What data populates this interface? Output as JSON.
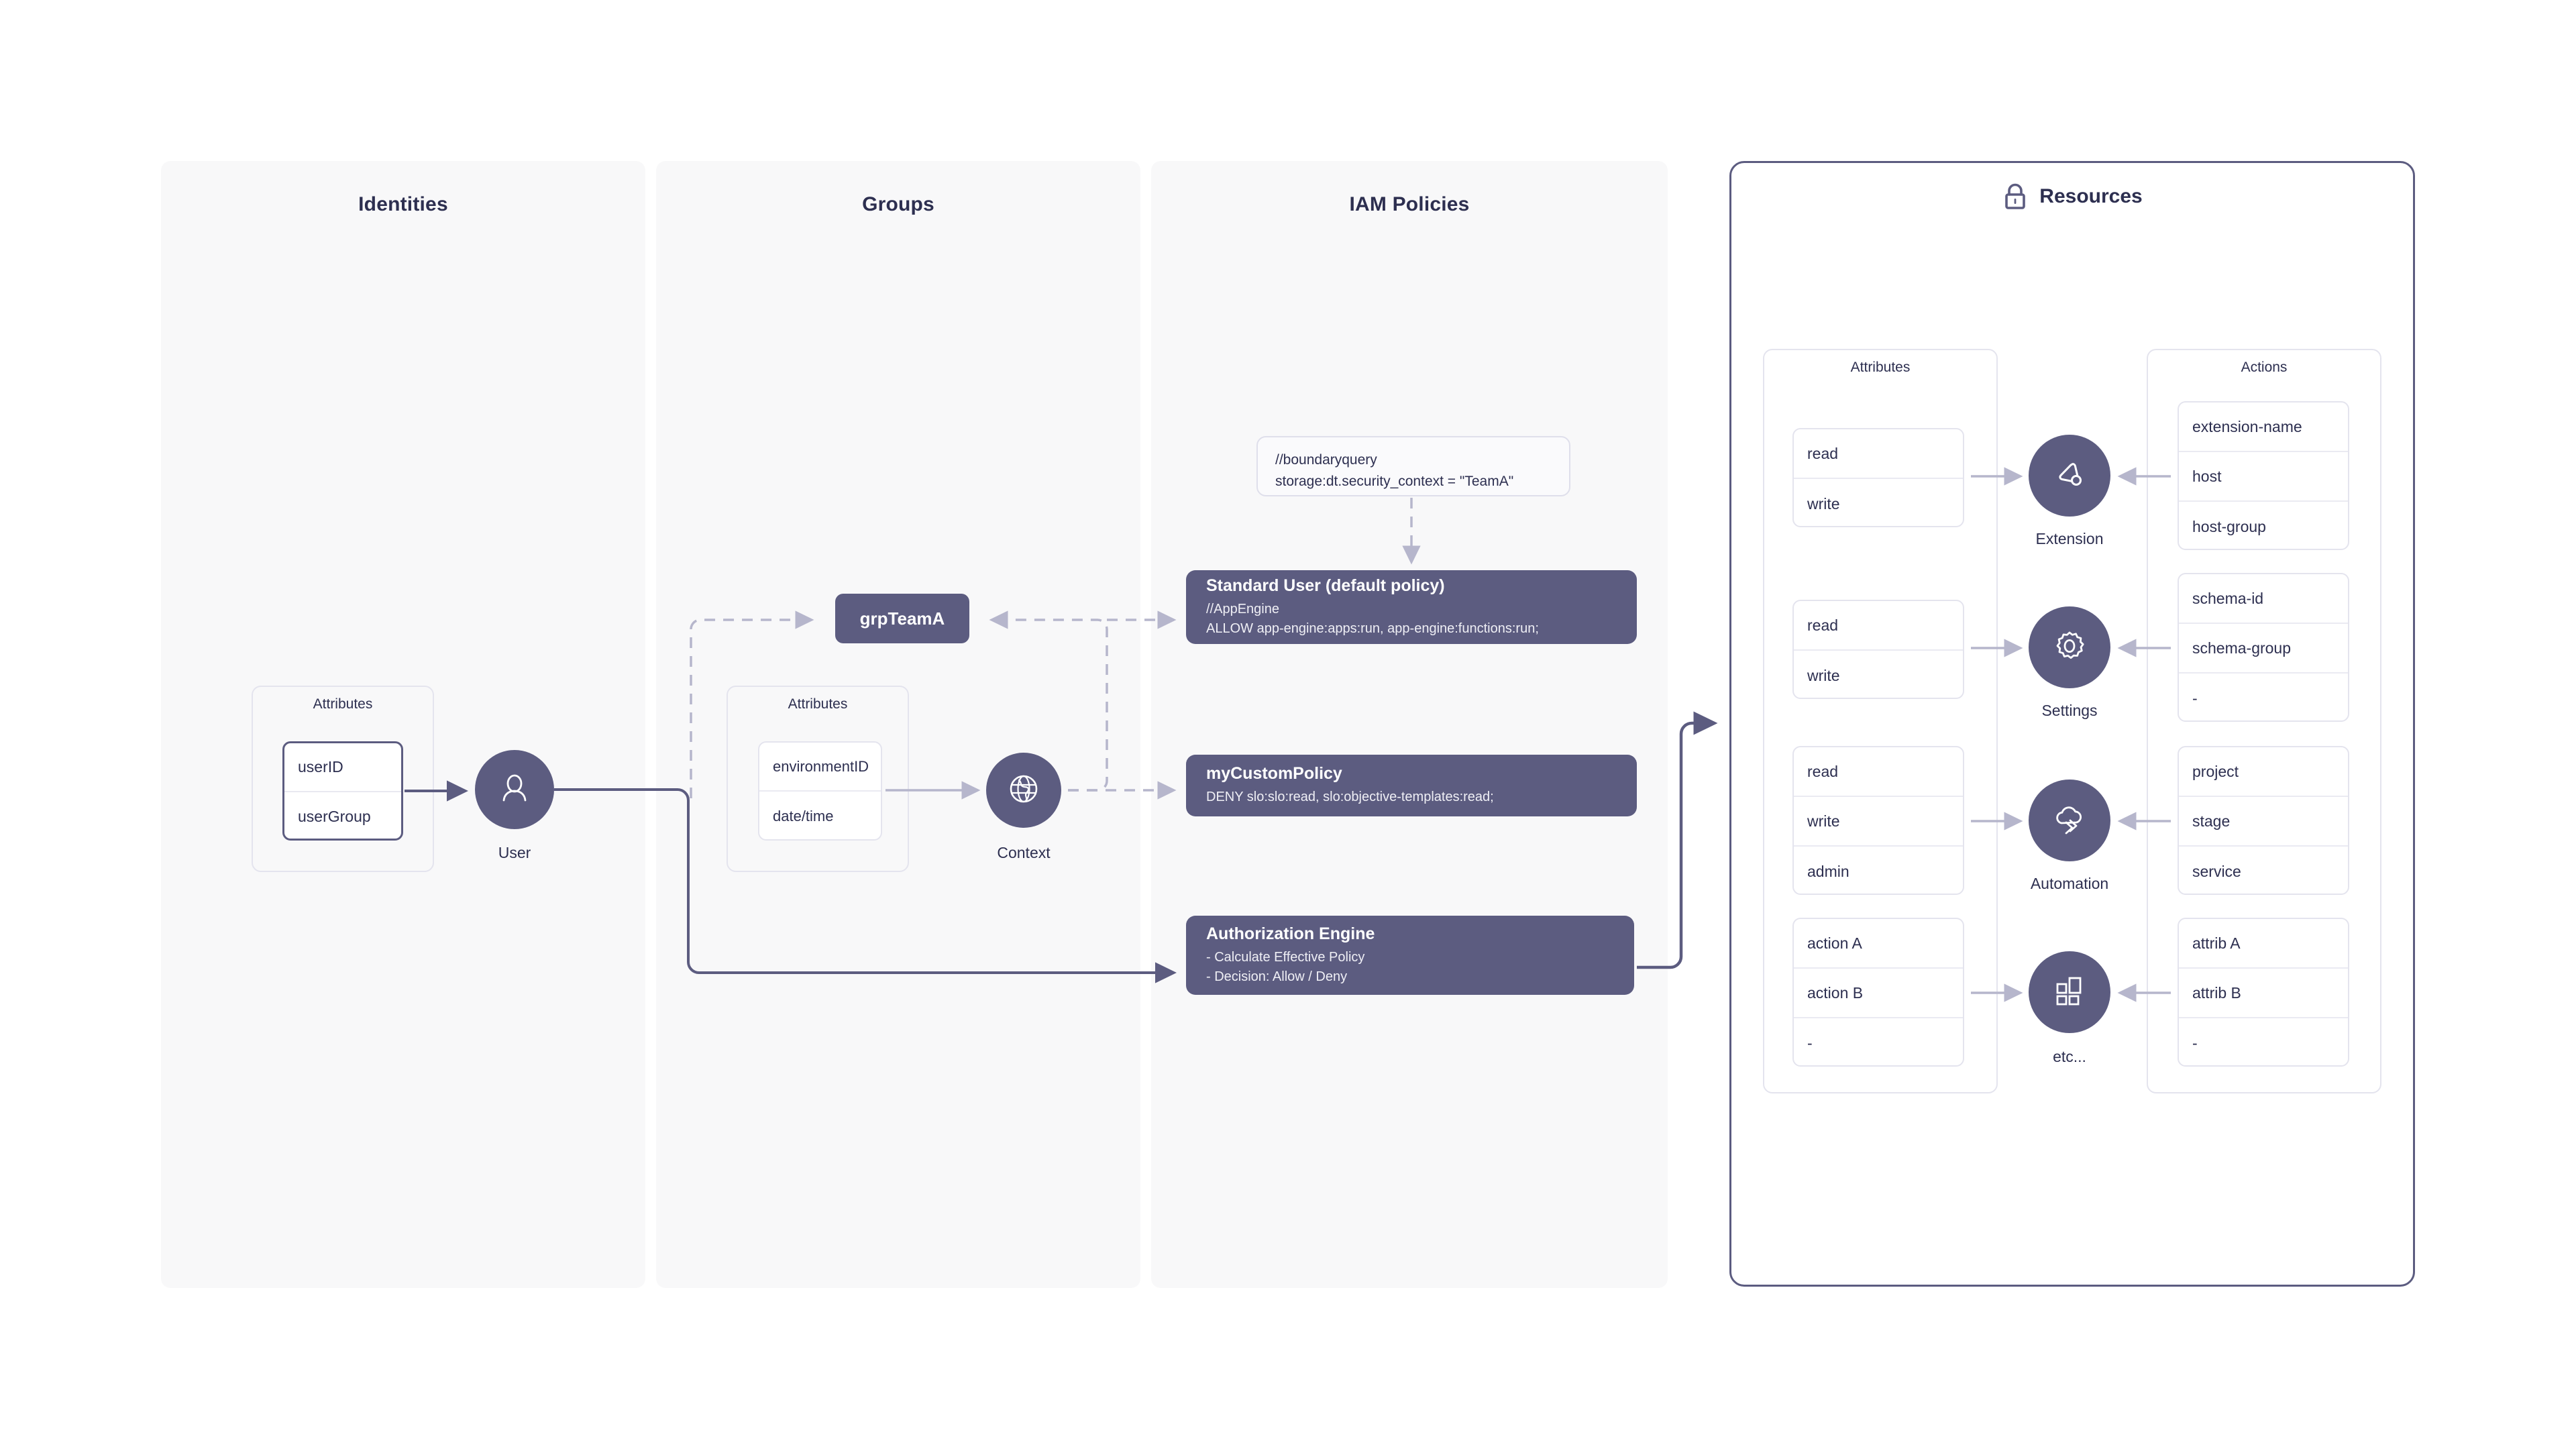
{
  "columns": [
    {
      "key": "identities",
      "title": "Identities"
    },
    {
      "key": "groups",
      "title": "Groups"
    },
    {
      "key": "iam_policies",
      "title": "IAM Policies"
    }
  ],
  "identities": {
    "attributes_group": {
      "title": "Attributes",
      "rows": [
        "userID",
        "userGroup"
      ]
    },
    "node": {
      "label": "User",
      "icon": "user-icon"
    }
  },
  "groups": {
    "group_chip": {
      "label": "grpTeamA"
    },
    "attributes_group": {
      "title": "Attributes",
      "rows": [
        "environmentID",
        "date/time"
      ]
    },
    "node": {
      "label": "Context",
      "icon": "globe-icon"
    }
  },
  "iam_policies": {
    "boundary_note": {
      "line1": "//boundaryquery",
      "line2": "storage:dt.security_context = \"TeamA\""
    },
    "cards": [
      {
        "title": "Standard User (default policy)",
        "lines": [
          "//AppEngine",
          "ALLOW app-engine:apps:run, app-engine:functions:run;"
        ]
      },
      {
        "title": "myCustomPolicy",
        "lines": [
          "DENY slo:slo:read, slo:objective-templates:read;"
        ]
      },
      {
        "title": "Authorization Engine",
        "lines": [
          "- Calculate Effective Policy",
          "- Decision: Allow / Deny"
        ]
      }
    ]
  },
  "resources": {
    "title": "Resources",
    "icon": "lock-icon",
    "attributes_header": "Attributes",
    "actions_header": "Actions",
    "rows": [
      {
        "node": {
          "label": "Extension",
          "icon": "extension-icon"
        },
        "attributes": [
          "read",
          "write"
        ],
        "actions": [
          "extension-name",
          "host",
          "host-group"
        ]
      },
      {
        "node": {
          "label": "Settings",
          "icon": "gear-icon"
        },
        "attributes": [
          "read",
          "write"
        ],
        "actions": [
          "schema-id",
          "schema-group",
          "-"
        ]
      },
      {
        "node": {
          "label": "Automation",
          "icon": "automation-cloud-icon"
        },
        "attributes": [
          "read",
          "write",
          "admin"
        ],
        "actions": [
          "project",
          "stage",
          "service"
        ]
      },
      {
        "node": {
          "label": "etc...",
          "icon": "grid-blocks-icon"
        },
        "attributes": [
          "action A",
          "action B",
          "-"
        ],
        "actions": [
          "attrib A",
          "attrib B",
          "-"
        ]
      }
    ]
  },
  "colors": {
    "accent_purple": "#5c5c80",
    "panel_bg": "#f8f8f9",
    "text_dark": "#2d2f50",
    "border_light": "#e4e4ee",
    "connector_light": "#b6b6cc"
  }
}
